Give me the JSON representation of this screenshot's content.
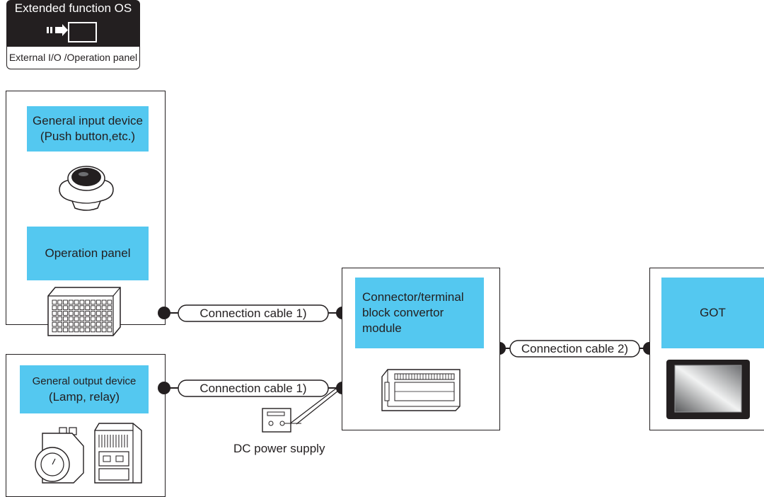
{
  "badge": {
    "title": "Extended function OS",
    "subtitle": "External I/O /Operation panel"
  },
  "left_top": {
    "general_input_line1": "General input device",
    "general_input_line2": "(Push button,etc.)",
    "operation_panel": "Operation panel"
  },
  "left_bottom": {
    "general_output_line1": "General output device",
    "general_output_line2": "(Lamp, relay)"
  },
  "cables": {
    "cable1_top": "Connection cable 1)",
    "cable1_bottom": "Connection cable 1)",
    "cable2": "Connection cable 2)"
  },
  "converter": {
    "line1": "Connector/terminal",
    "line2": "block convertor",
    "line3": "module"
  },
  "power": {
    "label": "DC power supply"
  },
  "got": {
    "label": "GOT"
  },
  "colors": {
    "accent_cyan": "#54c8f0",
    "line": "#231f20"
  },
  "icons": [
    "film-arrow-icon",
    "push-button-icon",
    "keypad-icon",
    "lamp-icon",
    "relay-icon",
    "dc-power-supply-icon",
    "converter-module-icon",
    "got-screen-icon"
  ]
}
